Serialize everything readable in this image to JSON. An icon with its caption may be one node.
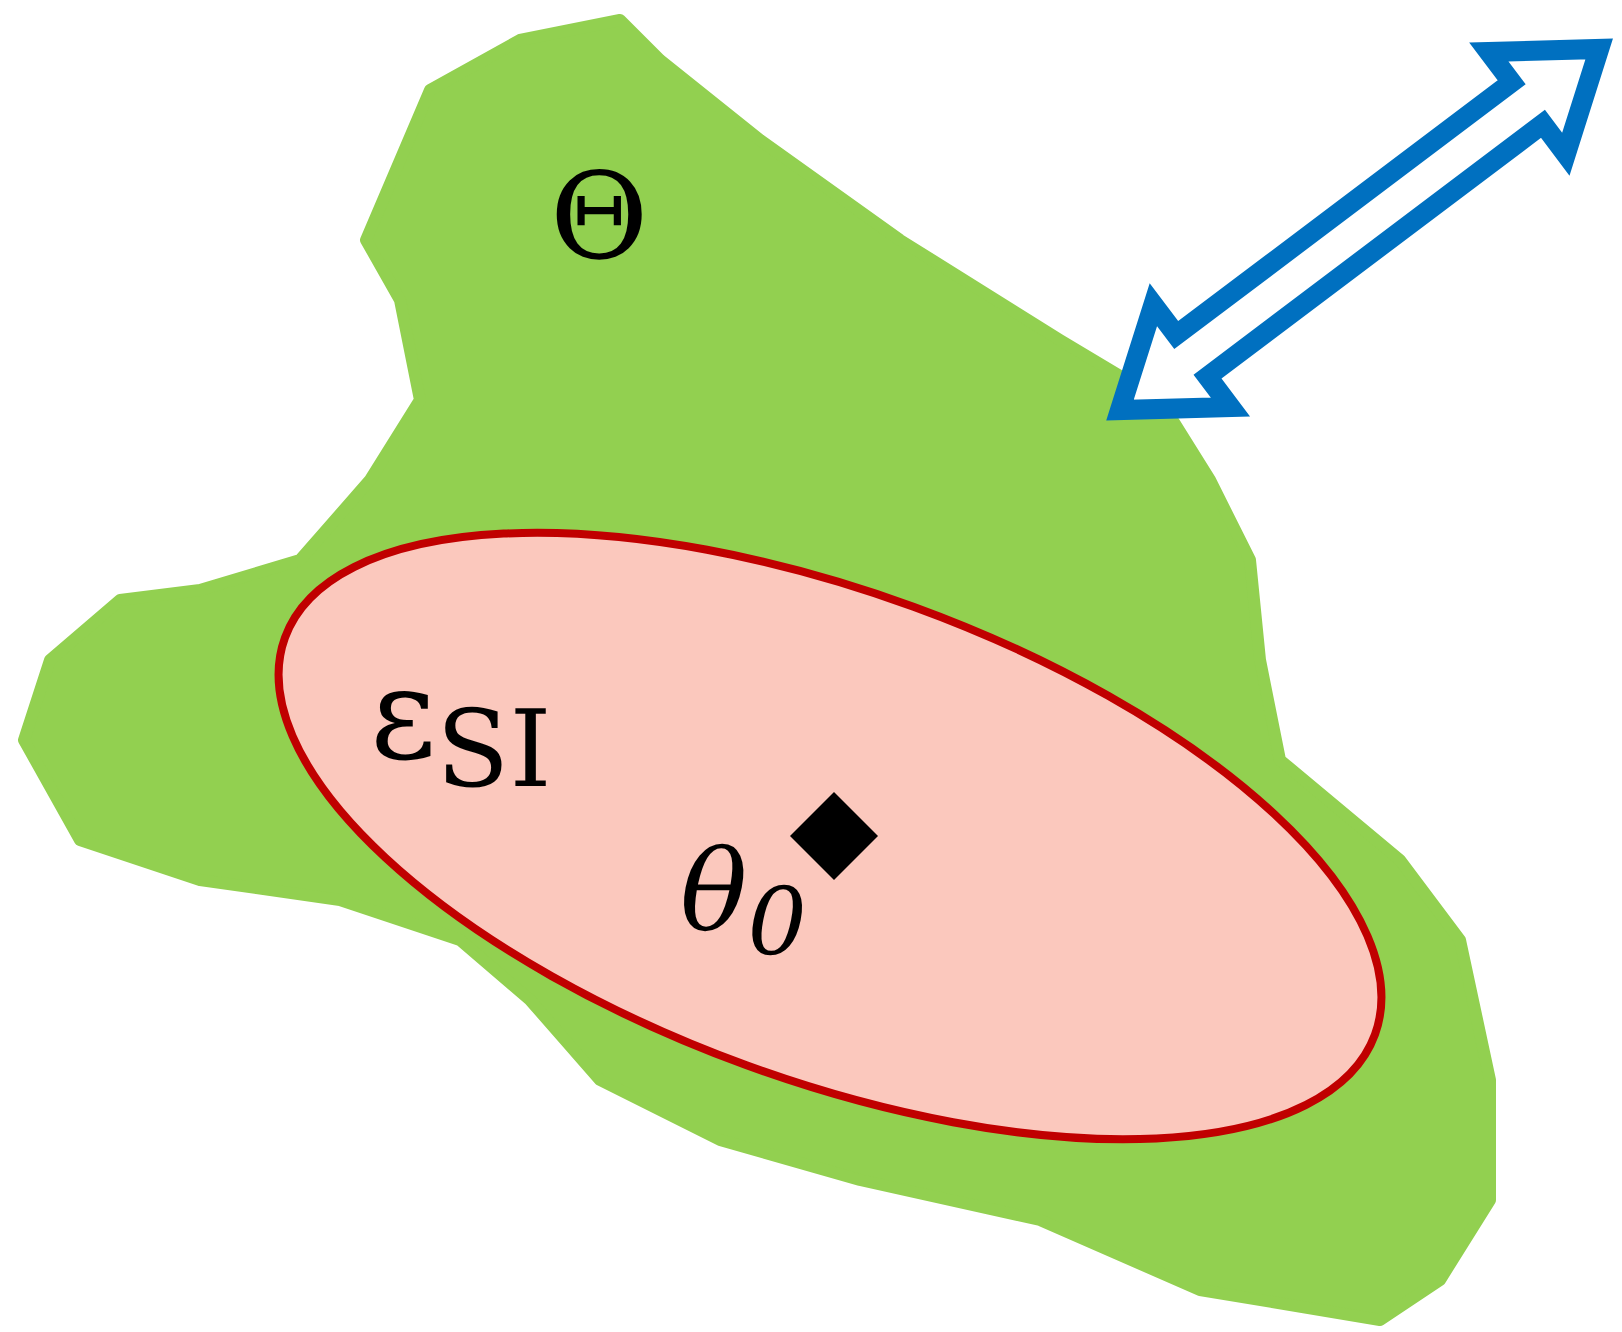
{
  "diagram": {
    "nodes": [
      {
        "text": [
          "Θ"
        ]
      },
      {
        "text": [
          "ε$_{SI}$"
        ],
        "in": 0
      },
      {
        "text": [],
        "shape": "diamond",
        "beside": [
          "θ$_{0}$"
        ],
        "in": 1
      }
    ]
  }
}
